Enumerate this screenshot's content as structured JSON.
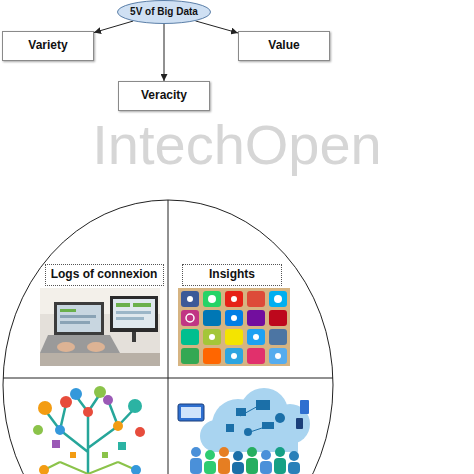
{
  "diagram": {
    "nodes": [
      {
        "text": [
          "5V of Big Data"
        ]
      },
      {
        "text": [
          "Variety"
        ]
      },
      {
        "text": [
          "Value"
        ]
      },
      {
        "text": [
          "Veracity"
        ]
      },
      {
        "text": [
          "Logs of connexion"
        ]
      },
      {
        "text": [
          "Insights"
        ]
      }
    ],
    "edges": [
      {
        "from": 0,
        "to": 1,
        "arrow": "to"
      },
      {
        "from": 0,
        "to": 3,
        "arrow": "to"
      },
      {
        "from": 0,
        "to": 2,
        "arrow": "to"
      }
    ],
    "labels": [
      "IntechOpen"
    ]
  }
}
